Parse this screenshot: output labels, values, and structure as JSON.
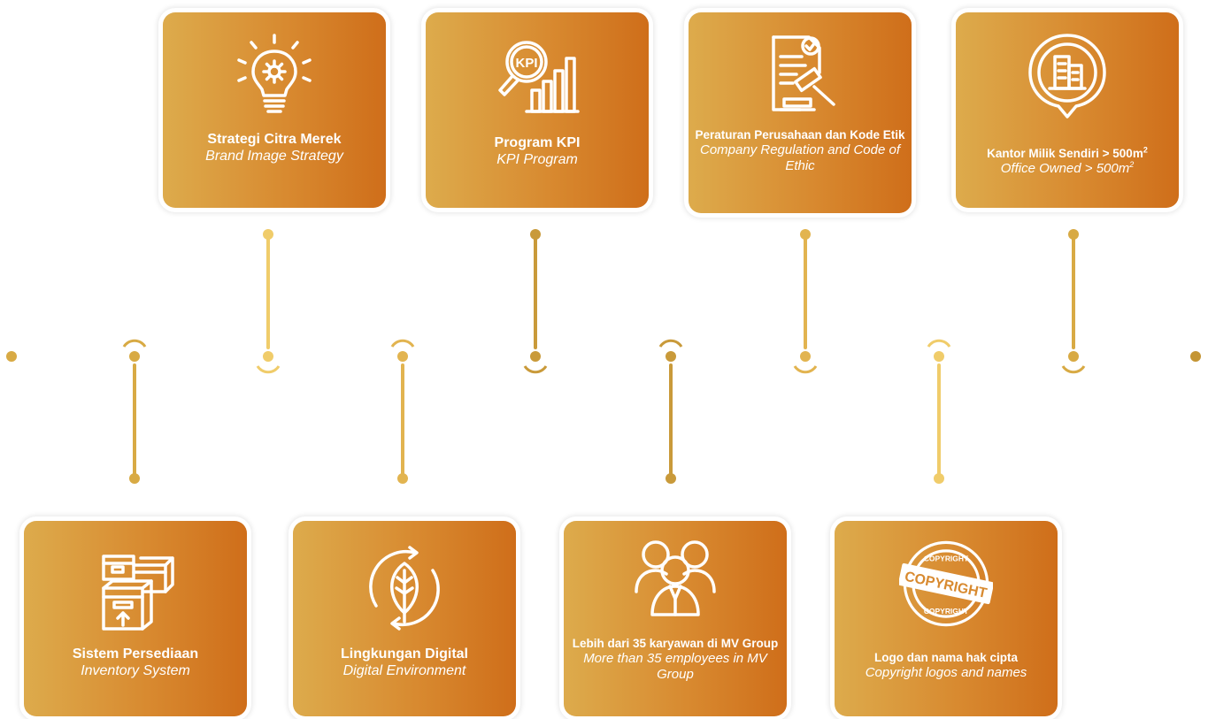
{
  "colors": {
    "line_dark": "#c9a24a",
    "line_light": "#f0cc6a",
    "card_start": "#ddab4c",
    "card_end": "#cf6e1a",
    "text": "#ffffff"
  },
  "top_cards": [
    {
      "title": "Strategi Citra Merek",
      "subtitle": "Brand Image Strategy",
      "icon": "lightbulb-gear-icon"
    },
    {
      "title": "Program KPI",
      "subtitle": "KPI Program",
      "icon": "kpi-magnifier-chart-icon"
    },
    {
      "title": "Peraturan Perusahaan dan Kode Etik",
      "subtitle": "Company Regulation and Code of Ethic",
      "icon": "document-gavel-icon"
    },
    {
      "title": "Kantor Milik Sendiri > 500m",
      "title_sup": "2",
      "subtitle": "Office Owned > 500m",
      "subtitle_sup": "2",
      "icon": "office-building-pin-icon"
    }
  ],
  "bottom_cards": [
    {
      "title": "Sistem Persediaan",
      "subtitle": "Inventory System",
      "icon": "boxes-icon"
    },
    {
      "title": "Lingkungan Digital",
      "subtitle": "Digital Environment",
      "icon": "leaf-cycle-icon"
    },
    {
      "title": "Lebih dari 35 karyawan di MV Group",
      "subtitle": "More than 35 employees in MV Group",
      "icon": "employees-group-icon"
    },
    {
      "title": "Logo dan nama hak cipta",
      "subtitle": "Copyright logos and names",
      "icon": "copyright-stamp-icon"
    }
  ],
  "copyright_stamp": {
    "main": "COPYRIGHT",
    "ring_top": "COPYRIGHT",
    "ring_bottom": "COPYRIGHT"
  },
  "kpi_badge": "KPI"
}
